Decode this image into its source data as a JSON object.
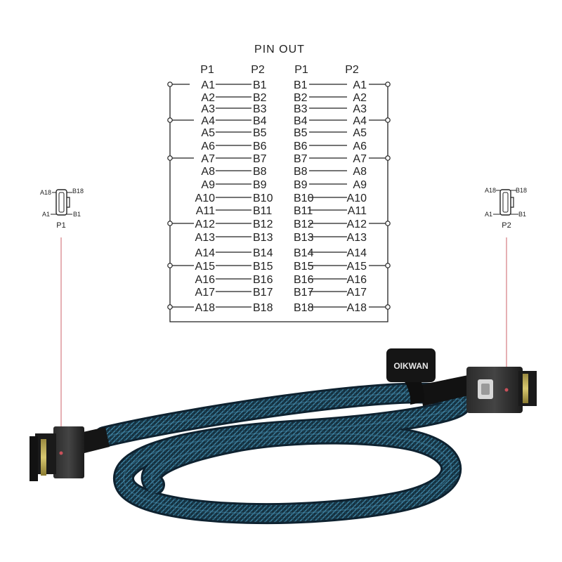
{
  "diagram": {
    "title": "PIN OUT",
    "headers": [
      "P1",
      "P2",
      "P1",
      "P2"
    ],
    "left_pairs": [
      [
        "A1",
        "B1"
      ],
      [
        "A2",
        "B2"
      ],
      [
        "A3",
        "B3"
      ],
      [
        "A4",
        "B4"
      ],
      [
        "A5",
        "B5"
      ],
      [
        "A6",
        "B6"
      ],
      [
        "A7",
        "B7"
      ],
      [
        "A8",
        "B8"
      ],
      [
        "A9",
        "B9"
      ],
      [
        "A10",
        "B10"
      ],
      [
        "A11",
        "B11"
      ],
      [
        "A12",
        "B12"
      ],
      [
        "A13",
        "B13"
      ],
      [
        "A14",
        "B14"
      ],
      [
        "A15",
        "B15"
      ],
      [
        "A16",
        "B16"
      ],
      [
        "A17",
        "B17"
      ],
      [
        "A18",
        "B18"
      ]
    ],
    "right_pairs": [
      [
        "B1",
        "A1"
      ],
      [
        "B2",
        "A2"
      ],
      [
        "B3",
        "A3"
      ],
      [
        "B4",
        "A4"
      ],
      [
        "B5",
        "A5"
      ],
      [
        "B6",
        "A6"
      ],
      [
        "B7",
        "A7"
      ],
      [
        "B8",
        "A8"
      ],
      [
        "B9",
        "A9"
      ],
      [
        "B10",
        "A10"
      ],
      [
        "B11",
        "A11"
      ],
      [
        "B12",
        "A12"
      ],
      [
        "B13",
        "A13"
      ],
      [
        "B14",
        "A14"
      ],
      [
        "B15",
        "A15"
      ],
      [
        "B16",
        "A16"
      ],
      [
        "B17",
        "A17"
      ],
      [
        "B18",
        "A18"
      ]
    ],
    "ground_rows": [
      1,
      4,
      7,
      12,
      15,
      18
    ],
    "line_color": "#222222"
  },
  "connector_p1": {
    "label": "P1",
    "pin_tl": "A18",
    "pin_tr": "B18",
    "pin_bl": "A1",
    "pin_br": "B1"
  },
  "connector_p2": {
    "label": "P2",
    "pin_tl": "A18",
    "pin_tr": "B18",
    "pin_bl": "A1",
    "pin_br": "B1"
  },
  "product": {
    "brand": "OIKWAN",
    "sleeve_color": "#2a5f7a",
    "sleeve_dark": "#142a38",
    "callout_color": "#c9505a"
  }
}
